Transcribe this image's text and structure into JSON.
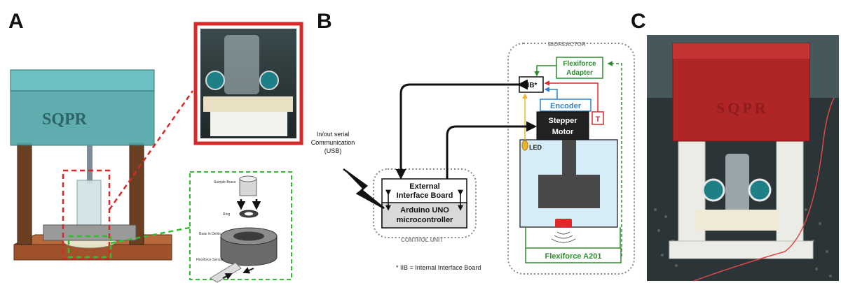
{
  "panels": {
    "a": "A",
    "b": "B",
    "c": "C"
  },
  "panel_a": {
    "callout": {
      "sample_brace": "Sample Brace",
      "ring": "Ring",
      "base": "Base in Delrin",
      "flexiforce_sensor": "Flexiforce Sensor"
    },
    "colors": {
      "zoom_red": "#d62a2a",
      "zoom_green": "#33bb33"
    }
  },
  "panel_b": {
    "bioreactor_label": "BIOREACTOR",
    "control_unit_label": "CONTROL UNIT",
    "flexiforce_adapter_line1": "Flexiforce",
    "flexiforce_adapter_line2": "Adapter",
    "iib": "IIB*",
    "encoder": "Encoder",
    "stepper_line1": "Stepper",
    "stepper_line2": "Motor",
    "t_label": "T",
    "led": "LED",
    "flexiforce_a201": "Flexiforce A201",
    "interface_line1": "External",
    "interface_line2": "Interface Board",
    "arduino_line1": "Arduino UNO",
    "arduino_line2": "microcontroller",
    "serial_line1": "In/out serial",
    "serial_line2": "Communication",
    "serial_line3": "(USB)",
    "footnote": "* IIB = Internal Interface Board",
    "colors": {
      "green": "#2e8b2e",
      "blue": "#2f82c8",
      "red": "#e02828",
      "yellow": "#f0b429",
      "chamber": "#d6ecf7",
      "box_gray": "#d9d9d9",
      "motor": "#222222"
    }
  },
  "panel_c": {
    "lid_text": "SQPR",
    "colors": {
      "lid": "#b02525",
      "frame": "#ecece6"
    }
  }
}
